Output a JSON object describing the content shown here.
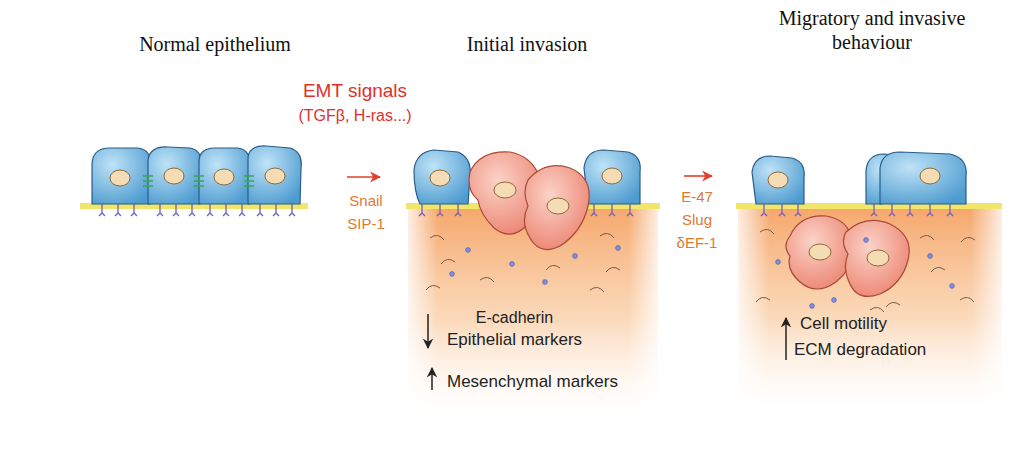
{
  "diagram": {
    "labels": [
      "Normal epithelium",
      "Initial invasion",
      "Migratory and invasive behaviour",
      "EMT signals",
      "(TGFβ, H-ras...)",
      "Snail",
      "SIP-1",
      "E-47",
      "Slug",
      "δEF-1",
      "E-cadherin",
      "Epithelial markers",
      "Mesenchymal markers",
      "Cell motility",
      "ECM degradation"
    ]
  }
}
